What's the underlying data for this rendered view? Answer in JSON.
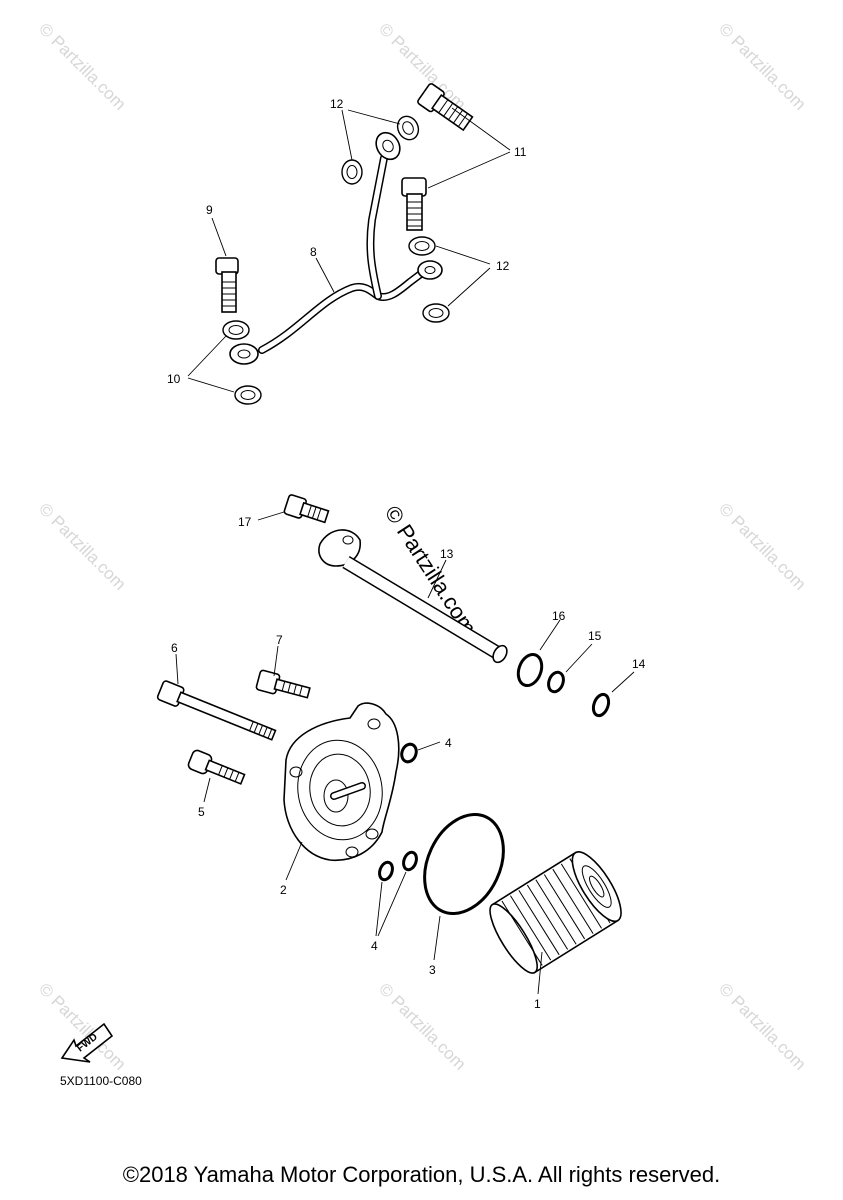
{
  "watermark": "© Partzilla.com",
  "diagram_code": "5XD1100-C080",
  "copyright": "©2018 Yamaha Motor Corporation, U.S.A. All rights reserved.",
  "fwd_label": "FWD",
  "callouts": {
    "c1": "1",
    "c2": "2",
    "c3": "3",
    "c4a": "4",
    "c4b": "4",
    "c5": "5",
    "c6": "6",
    "c7": "7",
    "c8": "8",
    "c9": "9",
    "c10": "10",
    "c11": "11",
    "c12a": "12",
    "c12b": "12",
    "c13": "13",
    "c14": "14",
    "c15": "15",
    "c16": "16",
    "c17": "17"
  }
}
